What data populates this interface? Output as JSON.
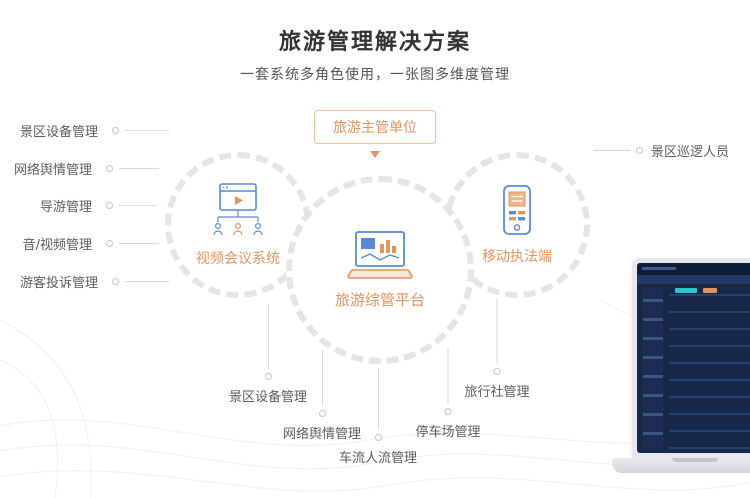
{
  "header": {
    "title": "旅游管理解决方案",
    "subtitle": "一套系统多角色使用，一张图多维度管理"
  },
  "authority": {
    "label": "旅游主管单位"
  },
  "circles": {
    "left": {
      "label": "视频会议系统"
    },
    "center": {
      "label": "旅游综管平台"
    },
    "right": {
      "label": "移动执法端"
    }
  },
  "left_labels": [
    "景区设备管理",
    "网络舆情管理",
    "导游管理",
    "音/视频管理",
    "游客投诉管理"
  ],
  "right_labels": [
    "景区巡逻人员"
  ],
  "bottom_labels": [
    "景区设备管理",
    "网络舆情管理",
    "车流人流管理",
    "停车场管理",
    "旅行社管理"
  ],
  "colors": {
    "accent_orange": "#E2945F",
    "icon_blue": "#5B8BD0",
    "line_gray": "#D9D9D9",
    "text_gray": "#5C5C5C",
    "screen_navy": "#17284A"
  }
}
